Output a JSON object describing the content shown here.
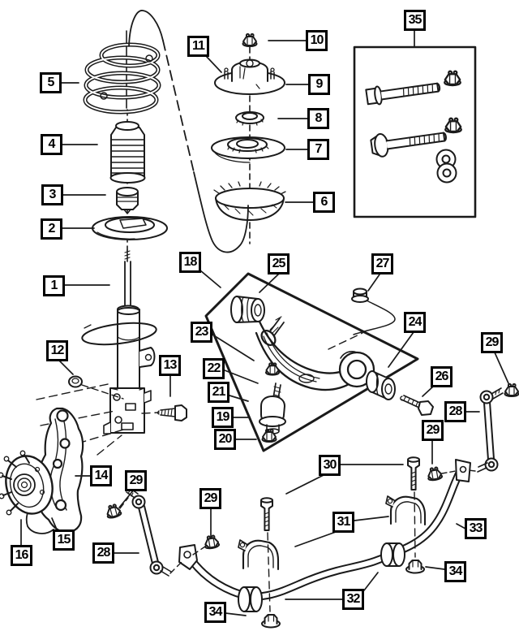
{
  "figure": {
    "kind": "exploded-parts-diagram",
    "colors": {
      "line": "#1a1a1a",
      "background": "#ffffff",
      "callout_border": "#000000",
      "callout_text": "#000000"
    }
  },
  "callouts": {
    "c1": "1",
    "c2": "2",
    "c3": "3",
    "c4": "4",
    "c5": "5",
    "c6": "6",
    "c7": "7",
    "c8": "8",
    "c9": "9",
    "c10": "10",
    "c11": "11",
    "c12": "12",
    "c13": "13",
    "c14": "14",
    "c15": "15",
    "c16": "16",
    "c18": "18",
    "c19": "19",
    "c20": "20",
    "c21": "21",
    "c22": "22",
    "c23": "23",
    "c24": "24",
    "c25": "25",
    "c26": "26",
    "c27": "27",
    "c28a": "28",
    "c28b": "28",
    "c29a": "29",
    "c29b": "29",
    "c29c": "29",
    "c29d": "29",
    "c30": "30",
    "c31": "31",
    "c32": "32",
    "c33": "33",
    "c34a": "34",
    "c34b": "34",
    "c35": "35"
  }
}
